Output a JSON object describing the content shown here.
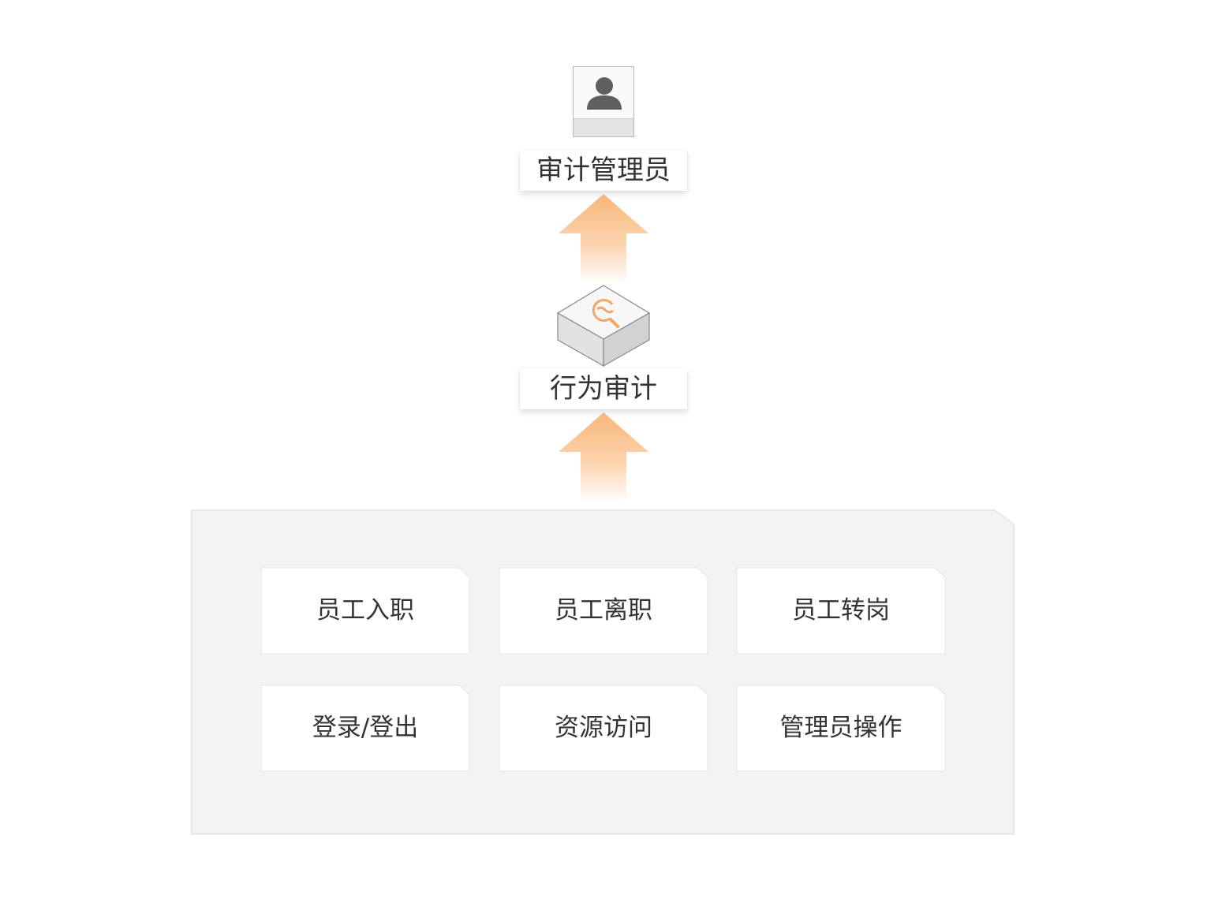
{
  "admin": {
    "label": "审计管理员",
    "icon": "user-icon"
  },
  "audit": {
    "label": "行为审计",
    "icon": "audit-search-icon"
  },
  "events": [
    {
      "label": "员工入职"
    },
    {
      "label": "员工离职"
    },
    {
      "label": "员工转岗"
    },
    {
      "label": "登录/登出"
    },
    {
      "label": "资源访问"
    },
    {
      "label": "管理员操作"
    }
  ],
  "colors": {
    "arrow": "#f9c28f",
    "panel_bg": "#f2f3f4",
    "accent": "#f5a664"
  }
}
